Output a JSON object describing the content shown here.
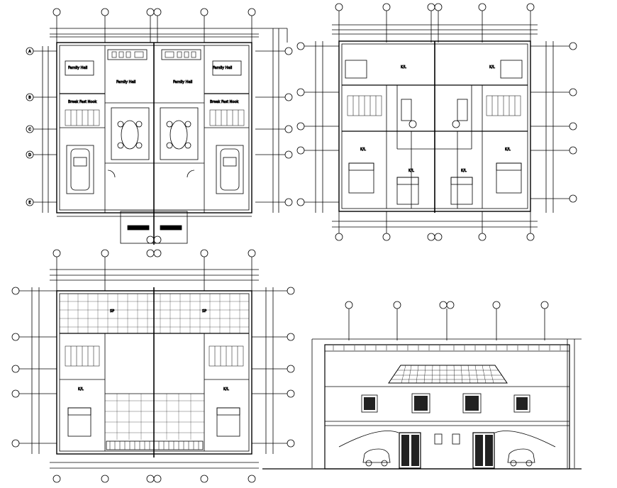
{
  "sheet": {
    "drawings": [
      {
        "id": "ground_floor_plan",
        "labels": {
          "room_top_left": "Family Hall",
          "room_top_right": "Family Hall",
          "mirror_left": "Family Hall",
          "mirror_right": "Family Hall",
          "nook_left": "Break Fast Nook",
          "nook_right": "Break Fast Nook"
        }
      },
      {
        "id": "first_floor_plan",
        "labels": {
          "lounge_left": "K/L",
          "lounge_right": "K/L",
          "bed_1": "K/L",
          "bed_2": "K/L",
          "bed_3": "K/L",
          "bed_4": "K/L"
        }
      },
      {
        "id": "roof_plan",
        "labels": {
          "sp_left": "SP",
          "sp_right": "SP",
          "bed_left": "K/L",
          "bed_right": "K/L"
        }
      },
      {
        "id": "front_elevation",
        "labels": {}
      }
    ],
    "bubble_labels": {
      "A": "A",
      "B": "B",
      "C": "C",
      "D": "D",
      "E": "E"
    },
    "colors": {
      "ink": "#000000",
      "paper": "#ffffff"
    }
  }
}
